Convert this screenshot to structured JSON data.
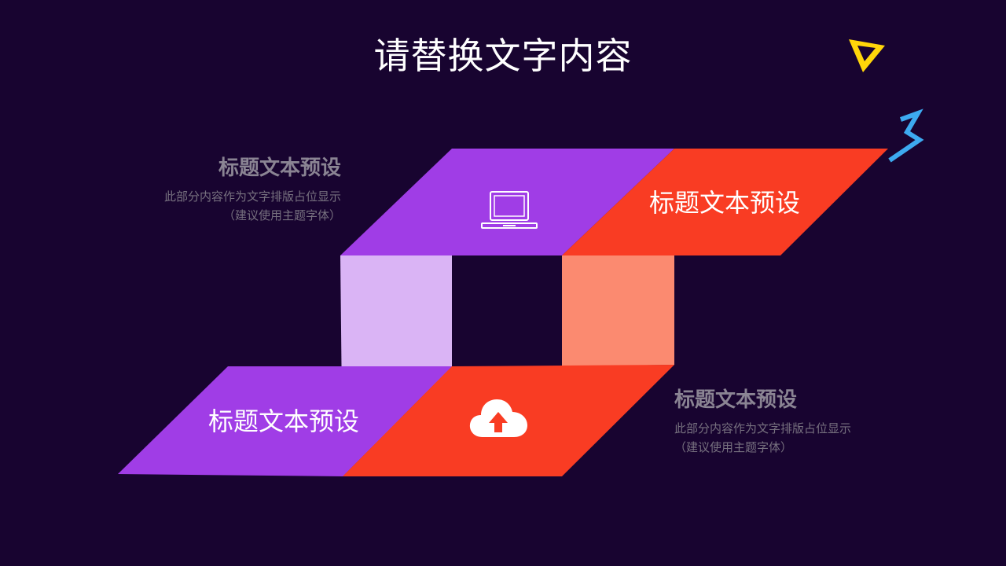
{
  "colors": {
    "background": "#180430",
    "title": "#FFFFFF",
    "purple": "#A03DE6",
    "purple_light": "#DAB4F5",
    "orange": "#F93C23",
    "orange_light": "#FB8A70",
    "gray_heading": "#8A8493",
    "gray_body": "#77717F",
    "white": "#FFFFFF",
    "yellow": "#FFD60A",
    "blue": "#3DAAF0"
  },
  "title": "请替换文字内容",
  "left_block": {
    "heading": "标题文本预设",
    "body_line1": "此部分内容作为文字排版占位显示",
    "body_line2": "（建议使用主题字体）"
  },
  "right_block": {
    "heading": "标题文本预设",
    "body_line1": "此部分内容作为文字排版占位显示",
    "body_line2": "（建议使用主题字体）"
  },
  "shapes": {
    "top_right_label": "标题文本预设",
    "bottom_left_label": "标题文本预设"
  },
  "icons": {
    "top": "laptop-icon",
    "bottom": "cloud-upload-icon",
    "deco_1": "triangle-icon",
    "deco_2": "zigzag-icon"
  }
}
